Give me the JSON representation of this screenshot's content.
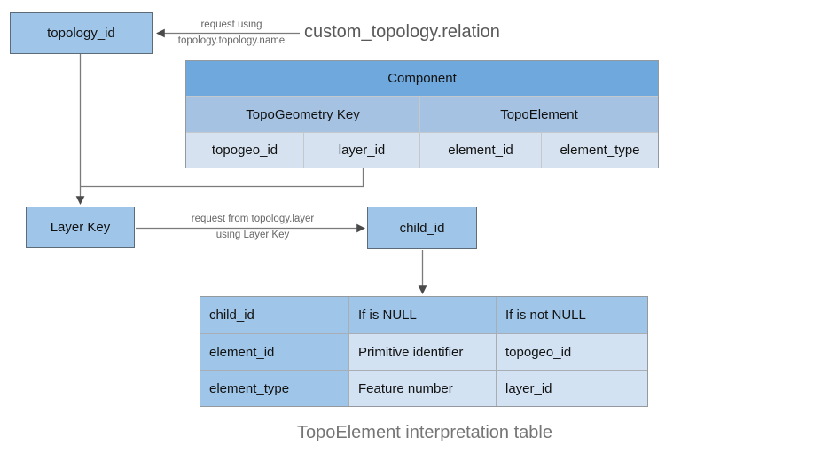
{
  "diagram": {
    "title": "custom_topology.relation",
    "caption": "TopoElement interpretation table",
    "boxes": {
      "topology_id": {
        "label": "topology_id"
      },
      "layer_key": {
        "label": "Layer Key"
      },
      "child_id": {
        "label": "child_id"
      }
    },
    "arrows": {
      "topology_request": {
        "label_line1": "request using",
        "label_line2": "topology.topology.name"
      },
      "layer_request": {
        "label_line1": "request from topology.layer",
        "label_line2": "using Layer Key"
      }
    },
    "component_table": {
      "title": "Component",
      "group_headers": [
        "TopoGeometry Key",
        "TopoElement"
      ],
      "columns": [
        "topogeo_id",
        "layer_id",
        "element_id",
        "element_type"
      ]
    },
    "interpretation_table": {
      "header_row": [
        "child_id",
        "If is NULL",
        "If is not NULL"
      ],
      "rows": [
        [
          "element_id",
          "Primitive identifier",
          "topogeo_id"
        ],
        [
          "element_type",
          "Feature number",
          "layer_id"
        ]
      ]
    },
    "colors": {
      "component_header_fill": "#6fa8dc",
      "component_subheader_fill": "#a5c2e2",
      "component_cell_fill": "#d6e2f0",
      "box_fill": "#9fc5e8",
      "interp_header_fill": "#9fc5e8",
      "interp_cell_fill": "#d2e2f3",
      "connector_line": "#7a7a7a",
      "arrowhead": "#4a4a4a",
      "label_text": "#666666",
      "title_text": "#595959",
      "caption_text": "#757575"
    }
  }
}
